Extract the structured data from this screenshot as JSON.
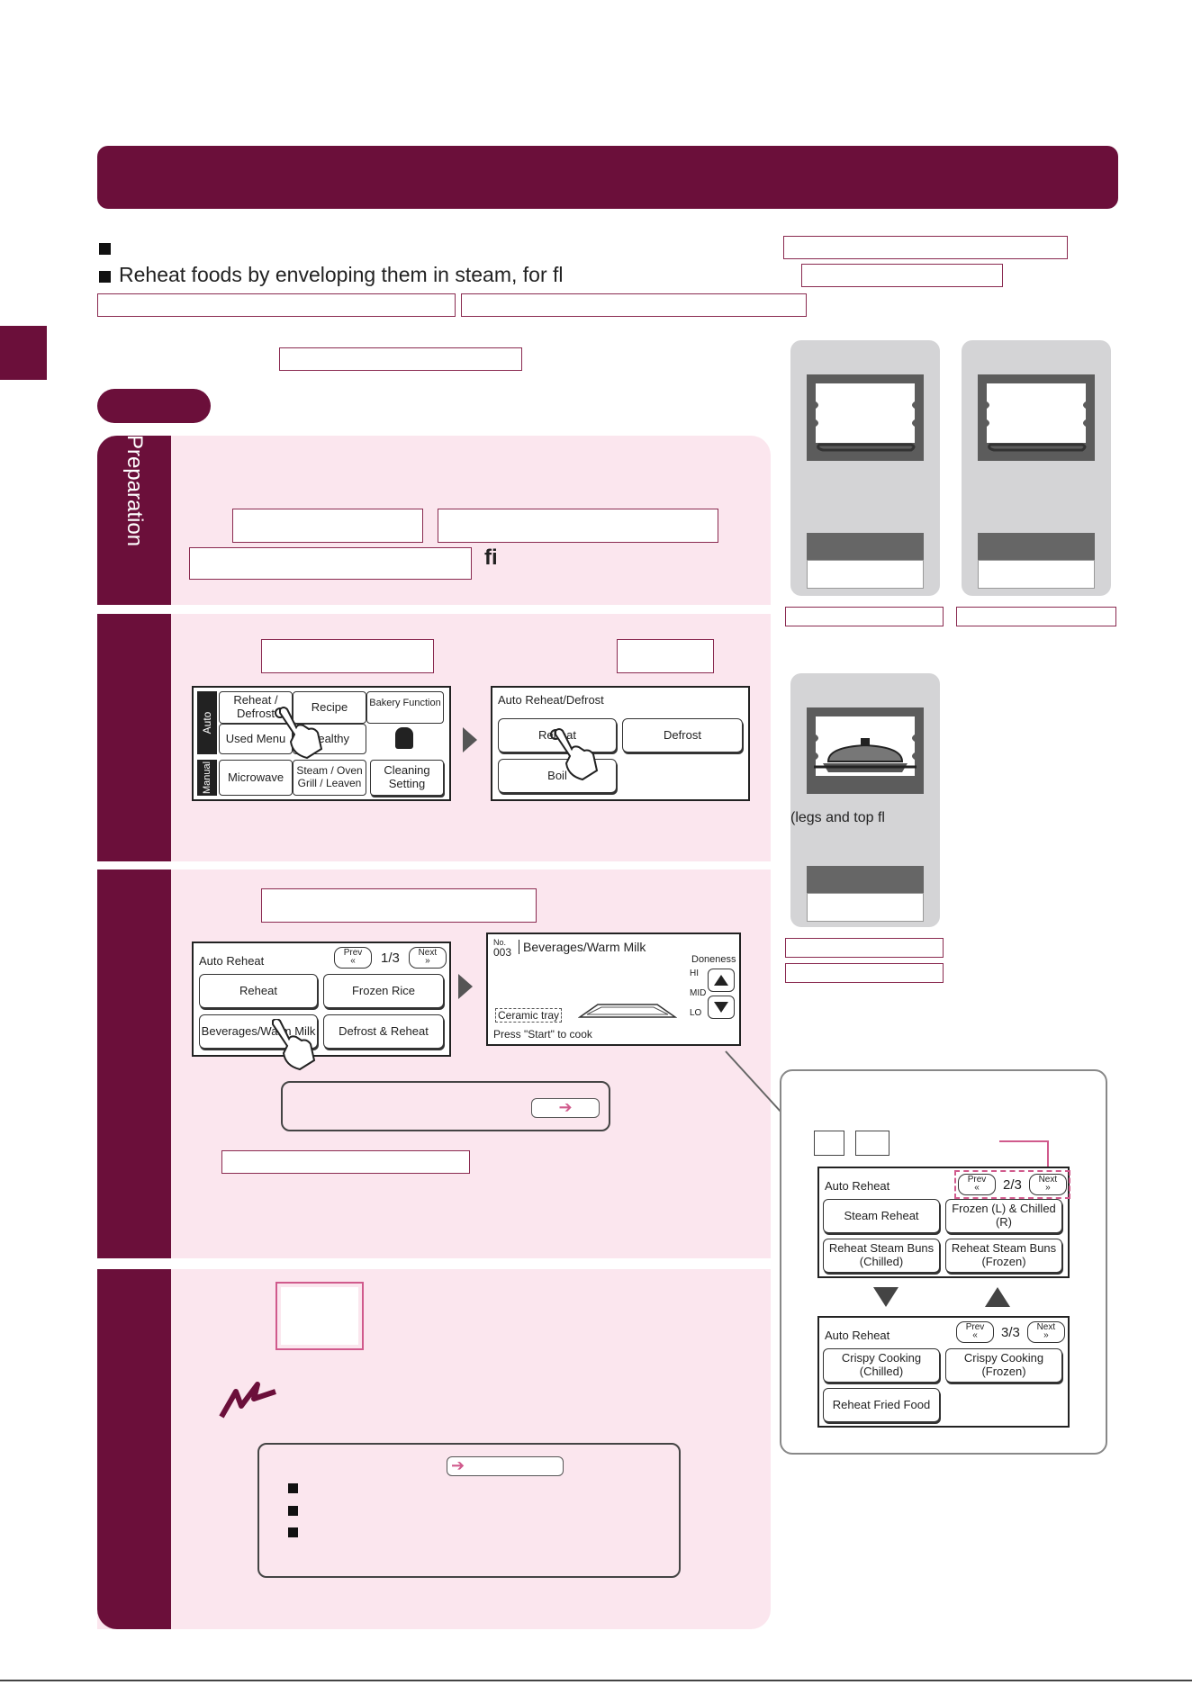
{
  "intro": {
    "line2_prefix": "Reheat foods by enveloping them in steam, for fl",
    "card3_caption": "(legs and top fl"
  },
  "prep": {
    "tab_label": "Preparation",
    "fi_glyph": "fi"
  },
  "step1": {
    "home_screen": {
      "auto_label": "Auto",
      "manual_label": "Manual",
      "reheat_defrost": "Reheat / Defrost",
      "recipe": "Recipe",
      "bakery_function": "Bakery Function",
      "used_menu": "Used Menu",
      "healthy": "Healthy",
      "microwave": "Microwave",
      "steam_oven": "Steam / Oven Grill / Leaven",
      "cleaning_setting": "Cleaning Setting"
    },
    "reheat_screen": {
      "header": "Auto Reheat/Defrost",
      "reheat": "Reheat",
      "defrost": "Defrost",
      "boil": "Boil"
    }
  },
  "step2": {
    "auto_reheat_screen": {
      "header": "Auto Reheat",
      "prev": "Prev",
      "next": "Next",
      "page": "1/3",
      "reheat": "Reheat",
      "frozen_rice": "Frozen Rice",
      "beverages": "Beverages/Warm Milk",
      "defrost_reheat": "Defrost & Reheat"
    },
    "detail_screen": {
      "no_label": "No.",
      "no_value": "003",
      "title": "Beverages/Warm Milk",
      "doneness": "Doneness",
      "hi": "HI",
      "mid": "MID",
      "lo": "LO",
      "tray": "Ceramic tray",
      "press_start": "Press \"Start\" to cook"
    }
  },
  "callout": {
    "page2": {
      "header": "Auto Reheat",
      "prev": "Prev",
      "next": "Next",
      "page": "2/3",
      "steam_reheat": "Steam Reheat",
      "frozen_chilled": "Frozen (L) & Chilled (R)",
      "steam_buns_chilled": "Reheat Steam Buns (Chilled)",
      "steam_buns_frozen": "Reheat Steam Buns (Frozen)"
    },
    "page3": {
      "header": "Auto Reheat",
      "prev": "Prev",
      "next": "Next",
      "page": "3/3",
      "crispy_chilled": "Crispy Cooking (Chilled)",
      "crispy_frozen": "Crispy Cooking (Frozen)",
      "reheat_fried": "Reheat Fried Food"
    }
  },
  "colors": {
    "accent": "#6b0f3a",
    "pink": "#fbe6ee",
    "pink_border": "#d05a8c"
  }
}
